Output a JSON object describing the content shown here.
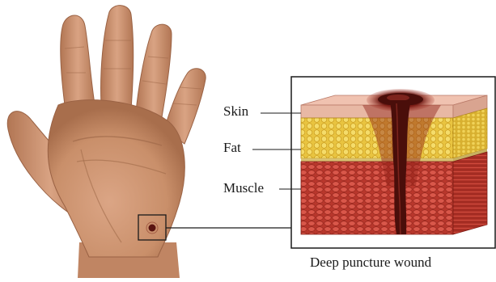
{
  "labels": {
    "skin": "Skin",
    "fat": "Fat",
    "muscle": "Muscle"
  },
  "caption": "Deep puncture wound",
  "colors": {
    "skin_tone": "#c98f6a",
    "skin_shadow": "#9e6a4a",
    "skin_layer": "#e8b8a4",
    "fat_layer": "#e9c440",
    "muscle_layer": "#c8473a",
    "wound": "#5a1410",
    "outline": "#1a1a1a"
  }
}
